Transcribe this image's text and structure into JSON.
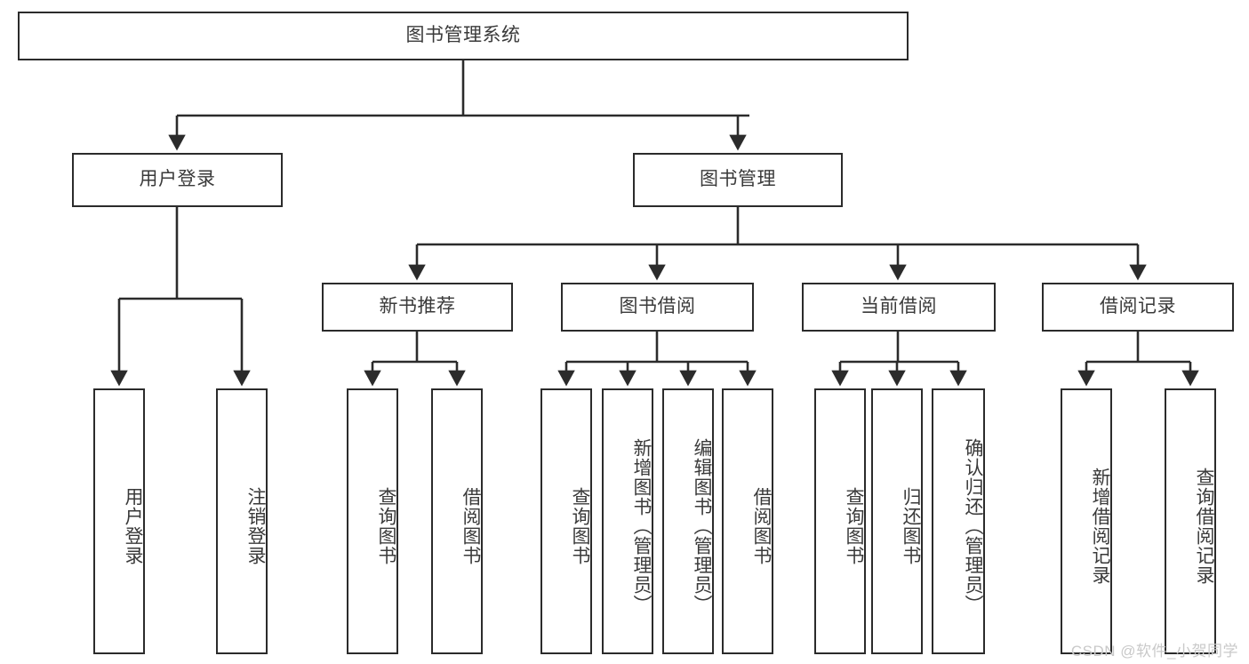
{
  "diagram": {
    "title_node": {
      "label": "图书管理系统"
    },
    "level2": [
      {
        "id": "user-login",
        "label": "用户登录"
      },
      {
        "id": "book-management",
        "label": "图书管理"
      }
    ],
    "level3": [
      {
        "id": "new-book-recommend",
        "label": "新书推荐"
      },
      {
        "id": "book-borrow",
        "label": "图书借阅"
      },
      {
        "id": "current-borrow",
        "label": "当前借阅"
      },
      {
        "id": "borrow-record",
        "label": "借阅记录"
      }
    ],
    "leaves": [
      {
        "id": "leaf-user-login",
        "label": "用户登录"
      },
      {
        "id": "leaf-logout-login",
        "label": "注销登录"
      },
      {
        "id": "leaf-query-book-1",
        "label": "查询图书"
      },
      {
        "id": "leaf-borrow-book-1",
        "label": "借阅图书"
      },
      {
        "id": "leaf-query-book-2",
        "label": "查询图书"
      },
      {
        "id": "leaf-add-book",
        "label": "新增图书（管理员）"
      },
      {
        "id": "leaf-edit-book",
        "label": "编辑图书（管理员）"
      },
      {
        "id": "leaf-borrow-book-2",
        "label": "借阅图书"
      },
      {
        "id": "leaf-query-book-3",
        "label": "查询图书"
      },
      {
        "id": "leaf-return-book",
        "label": "归还图书"
      },
      {
        "id": "leaf-confirm-return",
        "label": "确认归还（管理员）"
      },
      {
        "id": "leaf-add-borrow-record",
        "label": "新增借阅记录"
      },
      {
        "id": "leaf-query-borrow-record",
        "label": "查询借阅记录"
      }
    ]
  },
  "watermark": {
    "text": "CSDN @软件_小贺同学"
  },
  "colors": {
    "stroke": "#2b2b2b",
    "text": "#3a3a3a",
    "background": "#ffffff",
    "watermark": "#c9c9c9"
  }
}
